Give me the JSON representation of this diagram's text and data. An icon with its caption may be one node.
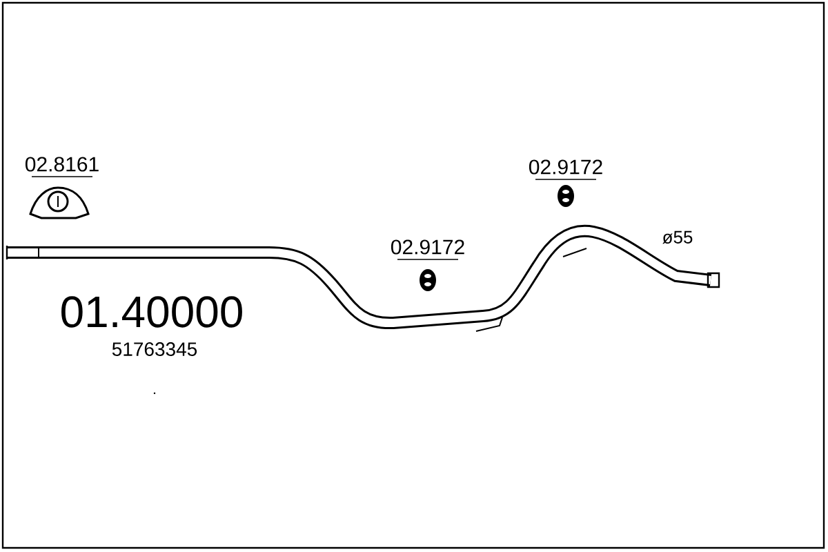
{
  "diagram": {
    "labels": [
      "02.8161",
      "02.9172",
      "02.9172",
      "ø55",
      "01.40000",
      "51763345"
    ]
  }
}
